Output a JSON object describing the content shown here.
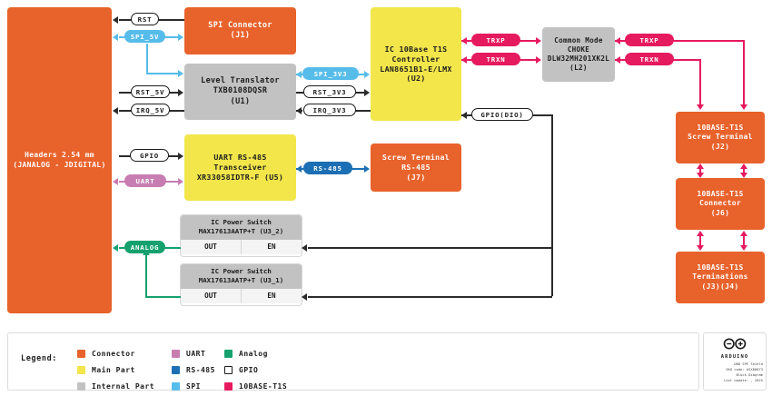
{
  "diagram": {
    "title": "UNO SPE Shield Block Diagram",
    "blocks": {
      "headers": {
        "lines": [
          "Headers 2.54 mm",
          "(JANALOG - JDIGITAL)"
        ],
        "category": "Connector"
      },
      "spi_conn": {
        "lines": [
          "SPI Connector",
          "(J1)"
        ],
        "category": "Connector"
      },
      "level_tr": {
        "lines": [
          "Level Translator",
          "TXB0108DQSR",
          "(U1)"
        ],
        "category": "Internal Part"
      },
      "uart_tr": {
        "lines": [
          "UART RS-485",
          "Transceiver",
          "XR33058IDTR-F (U5)"
        ],
        "category": "Main Part"
      },
      "t1s_ctrl": {
        "lines": [
          "IC 10Base T1S",
          "Controller",
          "LAN8651B1-E/LMX",
          "(U2)"
        ],
        "category": "Main Part"
      },
      "choke": {
        "lines": [
          "Common Mode",
          "CHOKE",
          "DLW32MH201XK2L",
          "(L2)"
        ],
        "category": "Internal Part"
      },
      "screw_485": {
        "lines": [
          "Screw Terminal",
          "RS-485",
          "(J7)"
        ],
        "category": "Connector"
      },
      "t1s_screw": {
        "lines": [
          "10BASE-T1S",
          "Screw Terminal",
          "(J2)"
        ],
        "category": "Connector"
      },
      "t1s_conn": {
        "lines": [
          "10BASE-T1S",
          "Connector",
          "(J6)"
        ],
        "category": "Connector"
      },
      "t1s_term": {
        "lines": [
          "10BASE-T1S",
          "Terminations",
          "(J3)(J4)"
        ],
        "category": "Connector"
      },
      "psw2": {
        "line1": "IC Power Switch",
        "line2": "MAX17613AATP+T (U3_2)",
        "out": "OUT",
        "en": "EN"
      },
      "psw1": {
        "line1": "IC Power Switch",
        "line2": "MAX17613AATP+T (U3_1)",
        "out": "OUT",
        "en": "EN"
      }
    },
    "signals": {
      "rst": "RST",
      "spi_5v": "SPI_5V",
      "rst_5v": "RST_5V",
      "irq_5v": "IRQ_5V",
      "spi_3v3": "SPI_3V3",
      "rst_3v3": "RST_3V3",
      "irq_3v3": "IRQ_3V3",
      "gpio": "GPIO",
      "uart": "UART",
      "rs485": "RS-485",
      "analog": "ANALOG",
      "gpio_dio": "GPIO(DIO)",
      "trxp_left": "TRXP",
      "trxn_left": "TRXN",
      "trxp_right": "TRXP",
      "trxn_right": "TRXN"
    }
  },
  "legend": {
    "title": "Legend:",
    "columns": [
      [
        {
          "label": "Connector",
          "color": "#E8622B",
          "outline": false
        },
        {
          "label": "Main Part",
          "color": "#F2E64B",
          "outline": false
        },
        {
          "label": "Internal Part",
          "color": "#C2C2C2",
          "outline": false
        }
      ],
      [
        {
          "label": "UART",
          "color": "#C87DB2",
          "outline": false
        },
        {
          "label": "RS-485",
          "color": "#1C6FB4",
          "outline": false
        },
        {
          "label": "SPI",
          "color": "#56BCE9",
          "outline": false
        }
      ],
      [
        {
          "label": "Analog",
          "color": "#15A16E",
          "outline": false
        },
        {
          "label": "GPIO",
          "color": "#FFFFFF",
          "outline": true
        },
        {
          "label": "10BASE-T1S",
          "color": "#E61A5E",
          "outline": false
        }
      ]
    ]
  },
  "titleblock": {
    "brand": "ARDUINO",
    "lines": [
      "UNO SPE Shield",
      "SKU code: ASX00073",
      "Block Diagram",
      "Last update: , 2025"
    ]
  }
}
